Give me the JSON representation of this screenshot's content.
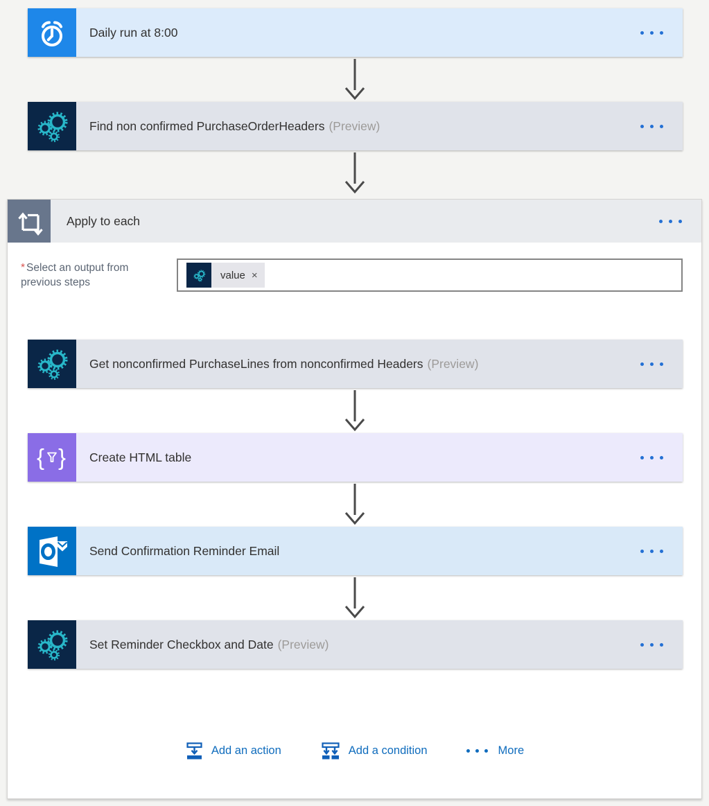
{
  "flow": {
    "trigger": {
      "title": "Daily run at 8:00"
    },
    "steps": {
      "find_headers": {
        "title": "Find non confirmed PurchaseOrderHeaders",
        "badge": "(Preview)"
      },
      "apply_to_each": {
        "title": "Apply to each",
        "required_marker": "*",
        "param_label": "Select an output from previous steps",
        "token": {
          "label": "value",
          "remove_glyph": "×"
        },
        "steps": {
          "get_lines": {
            "title": "Get nonconfirmed PurchaseLines from nonconfirmed Headers",
            "badge": "(Preview)"
          },
          "create_table": {
            "title": "Create HTML table"
          },
          "send_email": {
            "title": "Send Confirmation Reminder Email"
          },
          "set_reminder": {
            "title": "Set Reminder Checkbox and Date",
            "badge": "(Preview)"
          }
        },
        "footer": {
          "add_action": "Add an action",
          "add_condition": "Add a condition",
          "more": "More"
        }
      }
    }
  },
  "icons": {
    "trigger": "alarm-clock-icon",
    "dynamics": "gears-icon",
    "scope": "loop-icon",
    "data_operation": "braces-funnel-icon",
    "outlook": "outlook-icon",
    "card_menu": "ellipsis-icon"
  },
  "colors": {
    "trigger_icon_bg": "#1e87e9",
    "trigger_card_bg": "#dcebfb",
    "dynamics_icon_bg": "#0a2647",
    "dynamics_gear": "#28b7c9",
    "dynamics_card_bg": "#e0e3ea",
    "scope_icon_bg": "#68768c",
    "scope_header_bg": "#e9ebee",
    "data_operation_icon_bg": "#8a6de6",
    "data_operation_card_bg": "#eceafc",
    "outlook_icon_bg": "#0072c6",
    "outlook_card_bg": "#d9e9f8",
    "link_blue": "#0f6cbd",
    "ellipsis_blue": "#2470d4",
    "preview_gray": "#9d9b99",
    "required_red": "#d9534f"
  }
}
